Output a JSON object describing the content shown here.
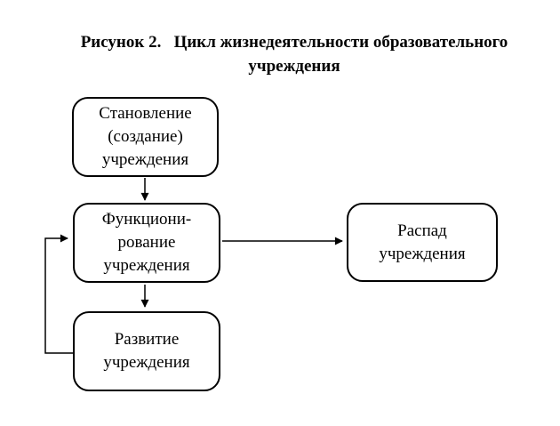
{
  "figure": {
    "caption": "Рисунок 2.   Цикл жизнедеятельности образовательного учреждения"
  },
  "diagram": {
    "nodes": {
      "formation": {
        "label": "Становление\n(создание)\nучреждения"
      },
      "functioning": {
        "label": "Функциони-\nрование\nучреждения"
      },
      "disintegration": {
        "label": "Распад\nучреждения"
      },
      "development": {
        "label": "Развитие\nучреждения"
      }
    },
    "edges": [
      {
        "from": "formation",
        "to": "functioning",
        "style": "arrow-down"
      },
      {
        "from": "functioning",
        "to": "disintegration",
        "style": "arrow-right"
      },
      {
        "from": "functioning",
        "to": "development",
        "style": "arrow-down"
      },
      {
        "from": "development",
        "to": "functioning",
        "style": "arrow-loop-left"
      }
    ]
  },
  "colors": {
    "background": "#ffffff",
    "line": "#000000",
    "text": "#000000"
  }
}
